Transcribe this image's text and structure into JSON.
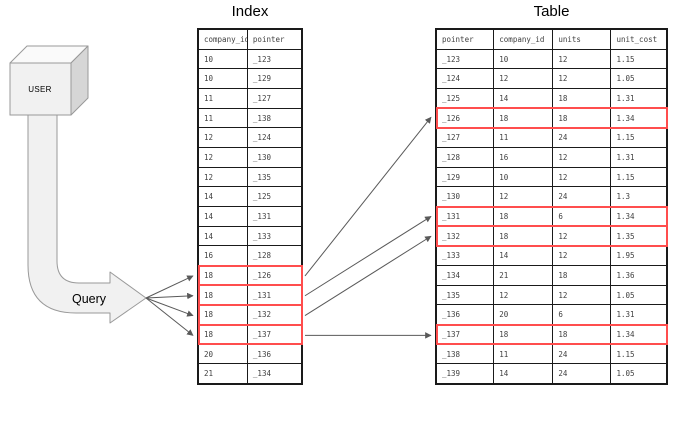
{
  "user_box": {
    "label": "USER"
  },
  "query": {
    "label": "Query"
  },
  "index_table": {
    "title": "Index",
    "columns": [
      "company_id",
      "pointer"
    ],
    "rows": [
      [
        "10",
        "_123"
      ],
      [
        "10",
        "_129"
      ],
      [
        "11",
        "_127"
      ],
      [
        "11",
        "_138"
      ],
      [
        "12",
        "_124"
      ],
      [
        "12",
        "_130"
      ],
      [
        "12",
        "_135"
      ],
      [
        "14",
        "_125"
      ],
      [
        "14",
        "_131"
      ],
      [
        "14",
        "_133"
      ],
      [
        "16",
        "_128"
      ],
      [
        "18",
        "_126"
      ],
      [
        "18",
        "_131"
      ],
      [
        "18",
        "_132"
      ],
      [
        "18",
        "_137"
      ],
      [
        "20",
        "_136"
      ],
      [
        "21",
        "_134"
      ]
    ],
    "highlighted_rows": [
      11,
      12,
      13,
      14
    ]
  },
  "main_table": {
    "title": "Table",
    "columns": [
      "pointer",
      "company_id",
      "units",
      "unit_cost"
    ],
    "rows": [
      [
        "_123",
        "10",
        "12",
        "1.15"
      ],
      [
        "_124",
        "12",
        "12",
        "1.05"
      ],
      [
        "_125",
        "14",
        "18",
        "1.31"
      ],
      [
        "_126",
        "18",
        "18",
        "1.34"
      ],
      [
        "_127",
        "11",
        "24",
        "1.15"
      ],
      [
        "_128",
        "16",
        "12",
        "1.31"
      ],
      [
        "_129",
        "10",
        "12",
        "1.15"
      ],
      [
        "_130",
        "12",
        "24",
        "1.3"
      ],
      [
        "_131",
        "18",
        "6",
        "1.34"
      ],
      [
        "_132",
        "18",
        "12",
        "1.35"
      ],
      [
        "_133",
        "14",
        "12",
        "1.95"
      ],
      [
        "_134",
        "21",
        "18",
        "1.36"
      ],
      [
        "_135",
        "12",
        "12",
        "1.05"
      ],
      [
        "_136",
        "20",
        "6",
        "1.31"
      ],
      [
        "_137",
        "18",
        "18",
        "1.34"
      ],
      [
        "_138",
        "11",
        "24",
        "1.15"
      ],
      [
        "_139",
        "14",
        "24",
        "1.05"
      ]
    ],
    "highlighted_rows": [
      3,
      8,
      9,
      14
    ]
  },
  "links": [
    {
      "pointer": "_126",
      "index_row": 11,
      "table_row": 3
    },
    {
      "pointer": "_131",
      "index_row": 12,
      "table_row": 8
    },
    {
      "pointer": "_132",
      "index_row": 13,
      "table_row": 9
    },
    {
      "pointer": "_137",
      "index_row": 14,
      "table_row": 14
    }
  ],
  "colors": {
    "highlight": "#ff4d4d",
    "arrow": "#595959",
    "table_border": "#1a1a1a",
    "shape_fill": "#f1f1f1",
    "shape_fill_top": "#fafafa",
    "shape_fill_side": "#d6d6d6",
    "shape_stroke": "#999999"
  }
}
